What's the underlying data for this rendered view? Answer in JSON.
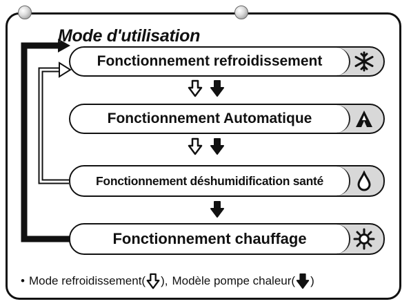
{
  "panel": {
    "title": "Mode d'utilisation"
  },
  "modes": [
    {
      "label": "Fonctionnement refroidissement",
      "icon": "snowflake-icon"
    },
    {
      "label": "Fonctionnement Automatique",
      "icon": "automatic-icon"
    },
    {
      "label": "Fonctionnement déshumidification santé",
      "icon": "water-drop-icon"
    },
    {
      "label": "Fonctionnement chauffage",
      "icon": "sun-icon"
    }
  ],
  "legend": {
    "bullet": "•",
    "cooling_text": "Mode refroidissement(",
    "separator": "),",
    "heatpump_text": "Modèle pompe chaleur(",
    "close": ")",
    "cooling_icon": "hollow-down-arrow-icon",
    "heatpump_icon": "solid-down-arrow-icon"
  },
  "colors": {
    "line": "#111111",
    "pill_fill": "#d8d8d8",
    "background": "#ffffff"
  }
}
